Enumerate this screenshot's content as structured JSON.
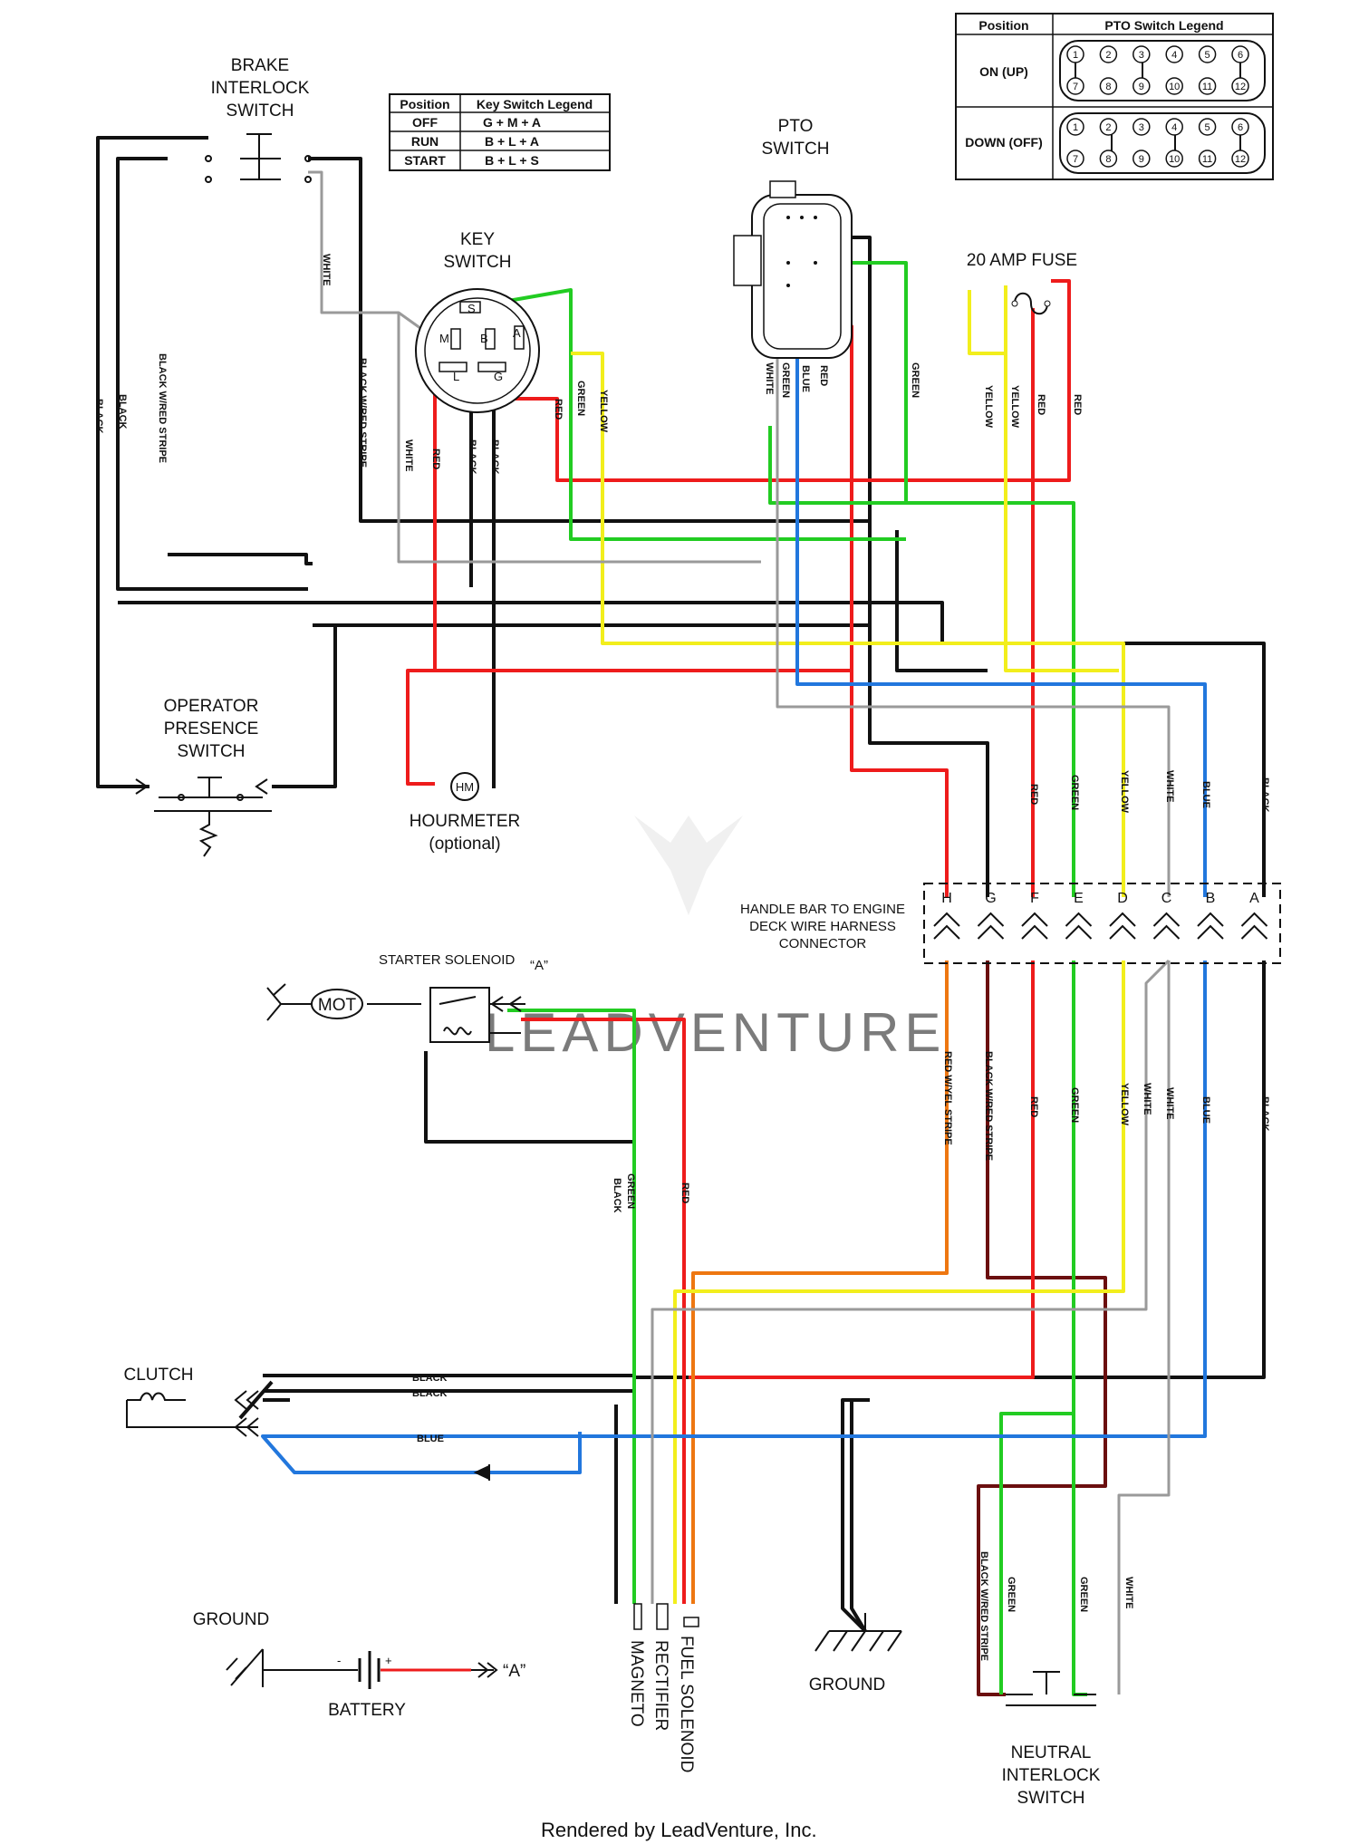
{
  "components": {
    "brake_interlock": [
      "BRAKE",
      "INTERLOCK",
      "SWITCH"
    ],
    "key_switch": [
      "KEY",
      "SWITCH"
    ],
    "pto_switch": [
      "PTO",
      "SWITCH"
    ],
    "fuse": "20 AMP FUSE",
    "operator_presence": [
      "OPERATOR",
      "PRESENCE",
      "SWITCH"
    ],
    "hourmeter": [
      "HOURMETER",
      "(optional)"
    ],
    "hourmeter_symbol": "HM",
    "harness_connector": [
      "HANDLE BAR TO ENGINE",
      "DECK WIRE HARNESS",
      "CONNECTOR"
    ],
    "starter_solenoid": "STARTER SOLENOID",
    "solenoid_terminal": "“A”",
    "motor": "MOT",
    "clutch": "CLUTCH",
    "ground_left": "GROUND",
    "ground_bottom": "GROUND",
    "battery": "BATTERY",
    "battery_terminal": "“A”",
    "magneto": "MAGNETO",
    "rectifier": "RECTIFIER",
    "fuel_solenoid": "FUEL SOLENOID",
    "neutral_interlock": [
      "NEUTRAL",
      "INTERLOCK",
      "SWITCH"
    ]
  },
  "key_switch_terminals": [
    "S",
    "M",
    "B",
    "A",
    "L",
    "G"
  ],
  "key_legend": {
    "headers": [
      "Position",
      "Key Switch Legend"
    ],
    "rows": [
      [
        "OFF",
        "G + M + A"
      ],
      [
        "RUN",
        "B + L + A"
      ],
      [
        "START",
        "B + L + S"
      ]
    ]
  },
  "pto_legend": {
    "headers": [
      "Position",
      "PTO Switch Legend"
    ],
    "rows": [
      {
        "position": "ON (UP)",
        "top": [
          "1",
          "2",
          "3",
          "4",
          "5",
          "6"
        ],
        "bottom": [
          "7",
          "8",
          "9",
          "10",
          "11",
          "12"
        ]
      },
      {
        "position": "DOWN (OFF)",
        "top": [
          "1",
          "2",
          "3",
          "4",
          "5",
          "6"
        ],
        "bottom": [
          "7",
          "8",
          "9",
          "10",
          "11",
          "12"
        ]
      }
    ]
  },
  "connector_pins": [
    "H",
    "G",
    "F",
    "E",
    "D",
    "C",
    "B",
    "A"
  ],
  "wire_labels": {
    "black": "BLACK",
    "black_red": "BLACK W/RED STRIPE",
    "white": "WHITE",
    "red": "RED",
    "yellow": "YELLOW",
    "green": "GREEN",
    "blue": "BLUE",
    "red_yel": "RED W/YEL STRIPE"
  },
  "colors": {
    "black": "#111111",
    "red": "#ee1c1c",
    "green": "#22cc22",
    "yellow": "#f2ee1c",
    "blue": "#2277dd",
    "white_wire": "#9a9a9a",
    "orange": "#ee7711",
    "darkred": "#6b0f0f"
  },
  "footer": "Rendered by LeadVenture, Inc.",
  "watermark": "LEADVENTURE"
}
